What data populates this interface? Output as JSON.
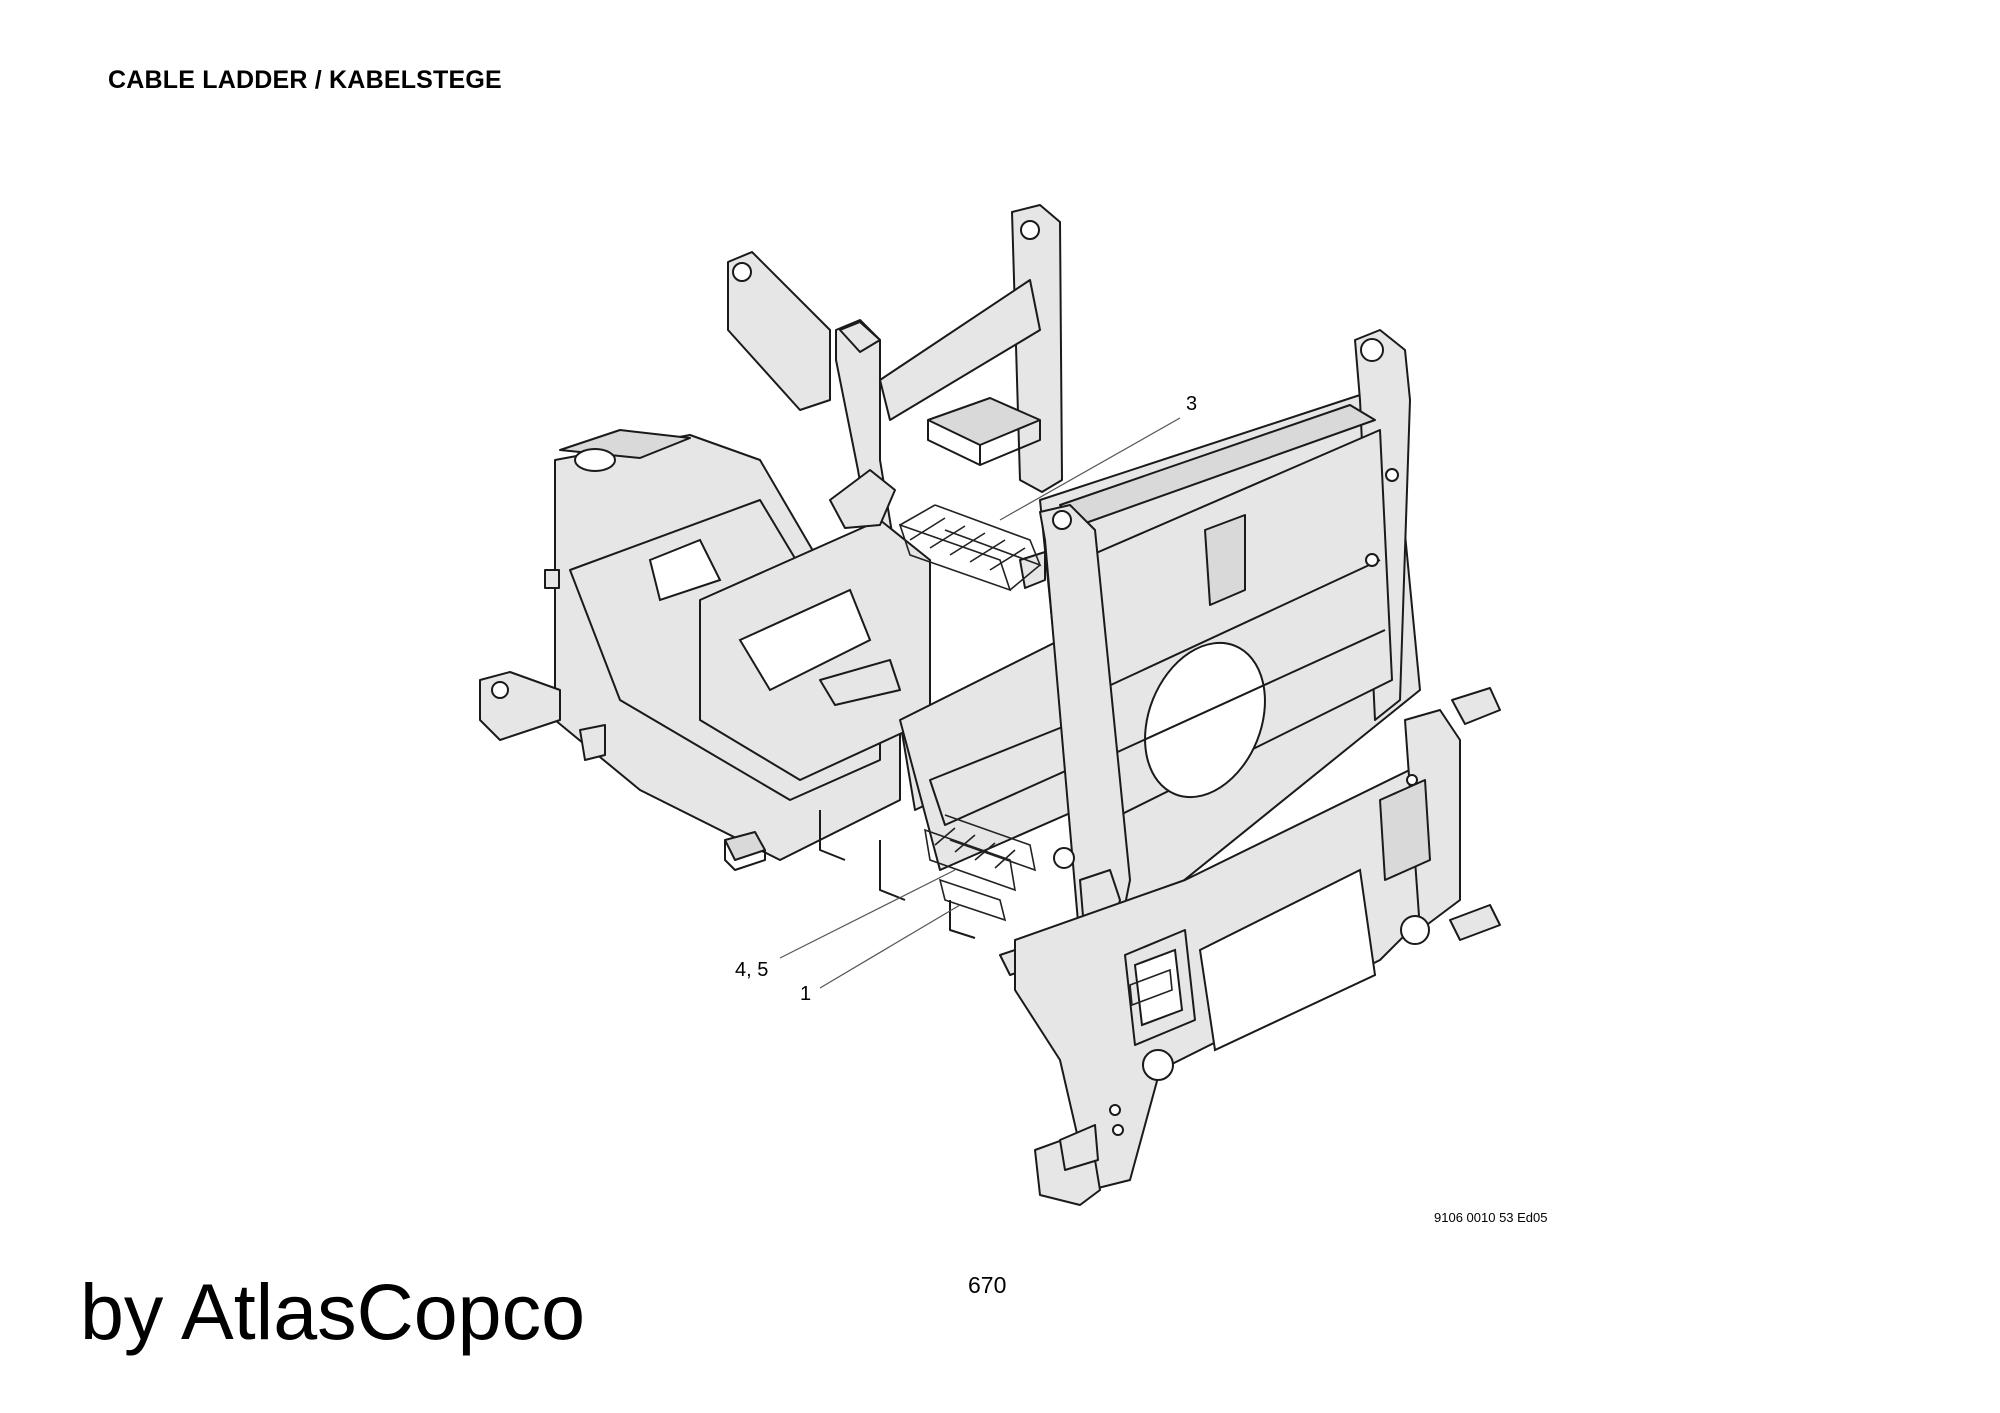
{
  "header": {
    "title": "CABLE LADDER / KABELSTEGE"
  },
  "diagram": {
    "callouts": [
      {
        "label": "3"
      },
      {
        "label": "4, 5"
      },
      {
        "label": "1"
      }
    ]
  },
  "footer": {
    "document_code": "9106 0010 53 Ed05",
    "page_number": "670",
    "brand": "by AtlasCopco"
  }
}
